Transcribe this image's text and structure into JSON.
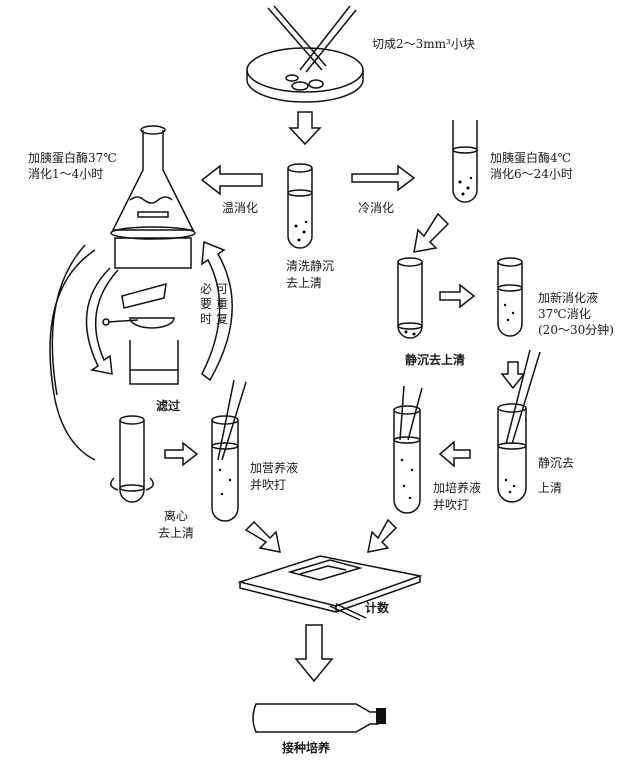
{
  "labels": {
    "cut": "切成2～3mm³小块",
    "warm_enzyme": [
      "加胰蛋白酶37℃",
      "消化1～4小时"
    ],
    "warm_digest": "温消化",
    "wash": [
      "清洗静沉",
      "去上清"
    ],
    "cold_digest": "冷消化",
    "cold_enzyme": [
      "加胰蛋白酶4℃",
      "消化6～24小时"
    ],
    "repeat": [
      "必要时",
      "可重复"
    ],
    "filter": "滤过",
    "settle1": "静沉去上清",
    "new_digest": [
      "加新消化液",
      "37℃消化",
      "(20～30分钟)"
    ],
    "centrifuge": [
      "离心",
      "去上清"
    ],
    "add_nutrient": [
      "加营养液",
      "并吹打"
    ],
    "settle2": [
      "静沉去",
      "上清"
    ],
    "add_culture": [
      "加培养液",
      "并吹打"
    ],
    "count": "计数",
    "inoculate": "接种培养"
  }
}
